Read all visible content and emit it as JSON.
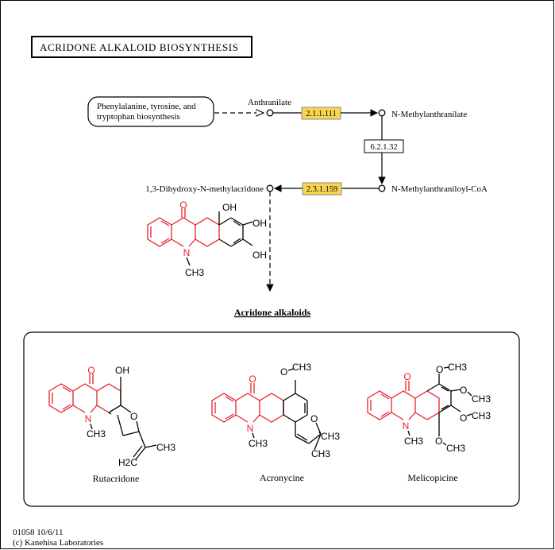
{
  "map": {
    "title": "ACRIDONE ALKALOID BIOSYNTHESIS",
    "footer_id": "01058 10/6/11",
    "footer_copyright": "(c) Kanehisa Laboratories"
  },
  "pathway_link": {
    "line1": "Phenylalanine, tyrosine, and",
    "line2": "tryptophan biosynthesis"
  },
  "compounds": {
    "anthranilate": "Anthranilate",
    "n_methylanthranilate": "N-Methylanthranilate",
    "n_methylanthraniloyl_coa": "N-Methylanthraniloyl-CoA",
    "dihydroxy_methylacridone": "1,3-Dihydroxy-N-methylacridone"
  },
  "enzymes": {
    "e1": "2.1.1.111",
    "e2": "6.2.1.32",
    "e3": "2.3.1.159"
  },
  "colors": {
    "enzyme_highlight": "#f7d54f",
    "scaffold_red": "#e8202a"
  },
  "alkaloids": {
    "heading": "Acridone alkaloids",
    "rutacridone": "Rutacridone",
    "acronycine": "Acronycine",
    "melicopicine": "Melicopicine"
  },
  "atoms": {
    "oh": "OH",
    "o": "O",
    "n": "N",
    "ch3": "CH3",
    "h2c": "H2C"
  }
}
